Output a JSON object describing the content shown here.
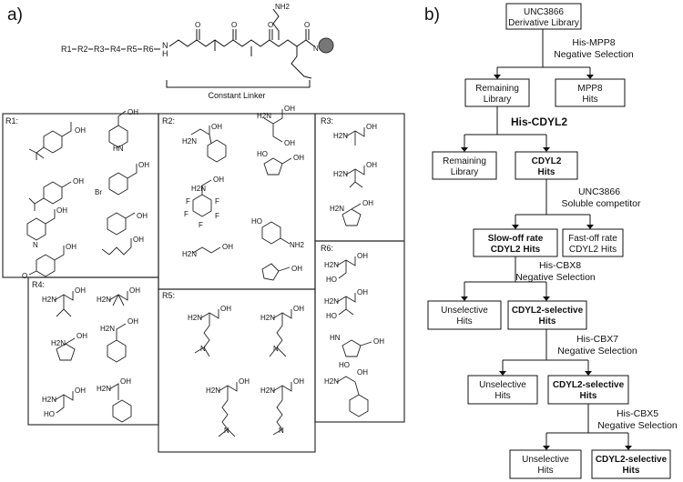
{
  "panel_a": {
    "label": "a)",
    "chain": {
      "atoms": [
        "R1",
        "R2",
        "R3",
        "R4",
        "R5",
        "R6"
      ],
      "nh": "N",
      "h": "H"
    },
    "linker_label": "Constant Linker",
    "boxes": [
      {
        "id": "R1",
        "label": "R1:"
      },
      {
        "id": "R2",
        "label": "R2:"
      },
      {
        "id": "R3",
        "label": "R3:"
      },
      {
        "id": "R4",
        "label": "R4:"
      },
      {
        "id": "R5",
        "label": "R5:"
      },
      {
        "id": "R6",
        "label": "R6:"
      }
    ],
    "atom_labels": [
      "OH",
      "O",
      "H2N",
      "HN",
      "N",
      "HO",
      "Br",
      "F",
      "NH2"
    ]
  },
  "panel_b": {
    "label": "b)",
    "nodes": {
      "library": [
        "UNC3866",
        "Derivative Library"
      ],
      "remaining1": [
        "Remaining",
        "Library"
      ],
      "mpp8_hits": [
        "MPP8",
        "Hits"
      ],
      "remaining2": [
        "Remaining",
        "Library"
      ],
      "cdyl2_hits": [
        "CDYL2",
        "Hits"
      ],
      "slow_off": [
        "Slow-off rate",
        "CDYL2 Hits"
      ],
      "fast_off": [
        "Fast-off rate",
        "CDYL2 Hits"
      ],
      "unselective1": [
        "Unselective",
        "Hits"
      ],
      "selective1": [
        "CDYL2-selective",
        "Hits"
      ],
      "unselective2": [
        "Unselective",
        "Hits"
      ],
      "selective2": [
        "CDYL2-selective",
        "Hits"
      ],
      "unselective3": [
        "Unselective",
        "Hits"
      ],
      "selective3": [
        "CDYL2-selective",
        "Hits"
      ]
    },
    "steps": {
      "mpp8": [
        "His-MPP8",
        "Negative Selection"
      ],
      "cdyl2": "His-CDYL2",
      "unc": [
        "UNC3866",
        "Soluble competitor"
      ],
      "cbx8": [
        "His-CBX8",
        "Negative Selection"
      ],
      "cbx7": [
        "His-CBX7",
        "Negative Selection"
      ],
      "cbx5": [
        "His-CBX5",
        "Negative Selection"
      ]
    }
  }
}
